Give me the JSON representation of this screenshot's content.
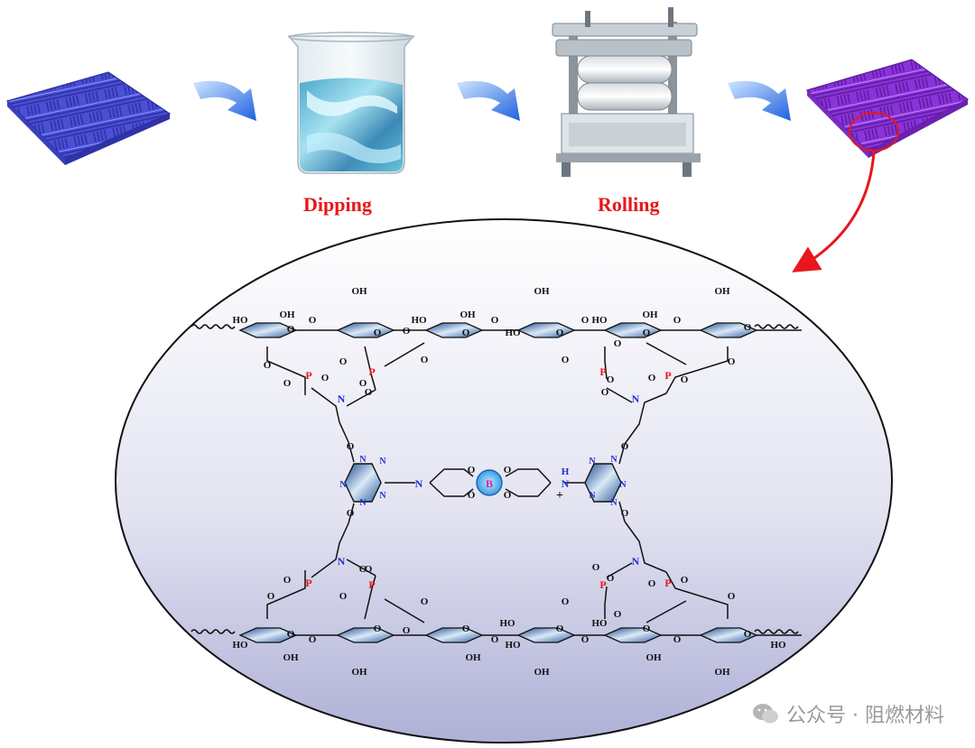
{
  "steps": [
    {
      "label": ""
    },
    {
      "label": "Dipping"
    },
    {
      "label": "Rolling"
    },
    {
      "label": ""
    }
  ],
  "atoms": {
    "oxygen": "O",
    "phosphorus": "P",
    "nitrogen": "N",
    "boron": "B",
    "hydroxyl": "OH",
    "hydroxyl_left": "HO",
    "ammonium": "H",
    "plus": "+"
  },
  "watermark": {
    "text": "公众号 · 阻燃材料",
    "icon": "wechat-icon"
  },
  "colors": {
    "fabric_blue": "#4a4fd6",
    "fabric_purple": "#8a33d9",
    "arrow_blue": "#2f7ee6",
    "label_red": "#e8171b",
    "phosphorus_red": "#e8171b",
    "nitrogen_blue": "#1f2fd0",
    "boron_magenta": "#d01fb0",
    "ellipse_top": "#ffffff",
    "ellipse_bottom": "#b8b8d8"
  }
}
